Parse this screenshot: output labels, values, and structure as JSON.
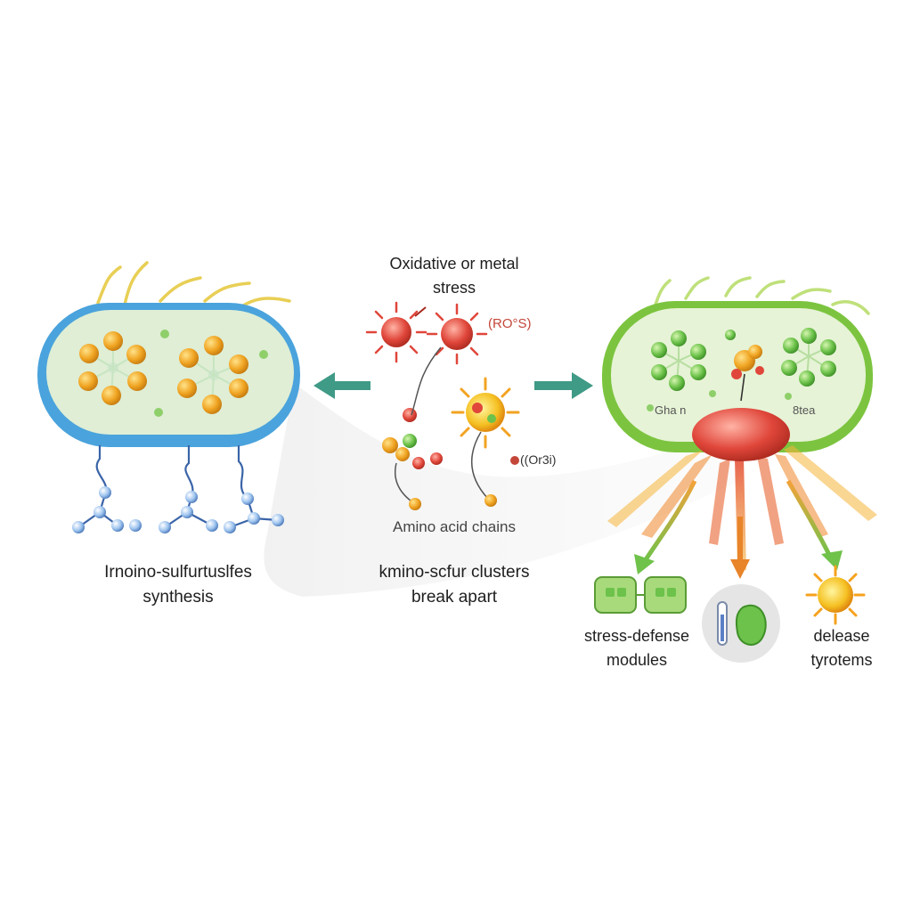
{
  "stress": {
    "line1": "Oxidative or metal",
    "line2": "stress"
  },
  "ros_label_1": "(RO°S)",
  "ros_label_2": "((Or3i)",
  "amino_chains": "Amino acid chains",
  "left_caption": {
    "line1": "Irnoino-sulfurtuslfes",
    "line2": "synthesis"
  },
  "middle_caption": {
    "line1": "kmino-scfur clusters",
    "line2": "break apart"
  },
  "cell_right_text": {
    "left": "Gha n",
    "right": "8tea"
  },
  "outputs": {
    "stress_defense": {
      "line1": "stress-defense",
      "line2": "modules"
    },
    "release": {
      "line1": "delease",
      "line2": "tyrotems"
    }
  },
  "colors": {
    "left_membrane": "#4aa3dc",
    "left_cytoplasm": "#dff0d8",
    "right_membrane": "#7cc43f",
    "right_cytoplasm": "#e6f3d6",
    "arrow_teal": "#3f9a86",
    "cluster_orange": "#e8a21e",
    "cluster_green": "#6cc24a",
    "ros_red": "#e0463a",
    "regulator_red": "#d93a2b",
    "protein_blue": "#7fb0e8"
  },
  "icons": [
    "green-box-icon",
    "thermometer-icon",
    "sun-icon",
    "ros-burst-icon"
  ]
}
